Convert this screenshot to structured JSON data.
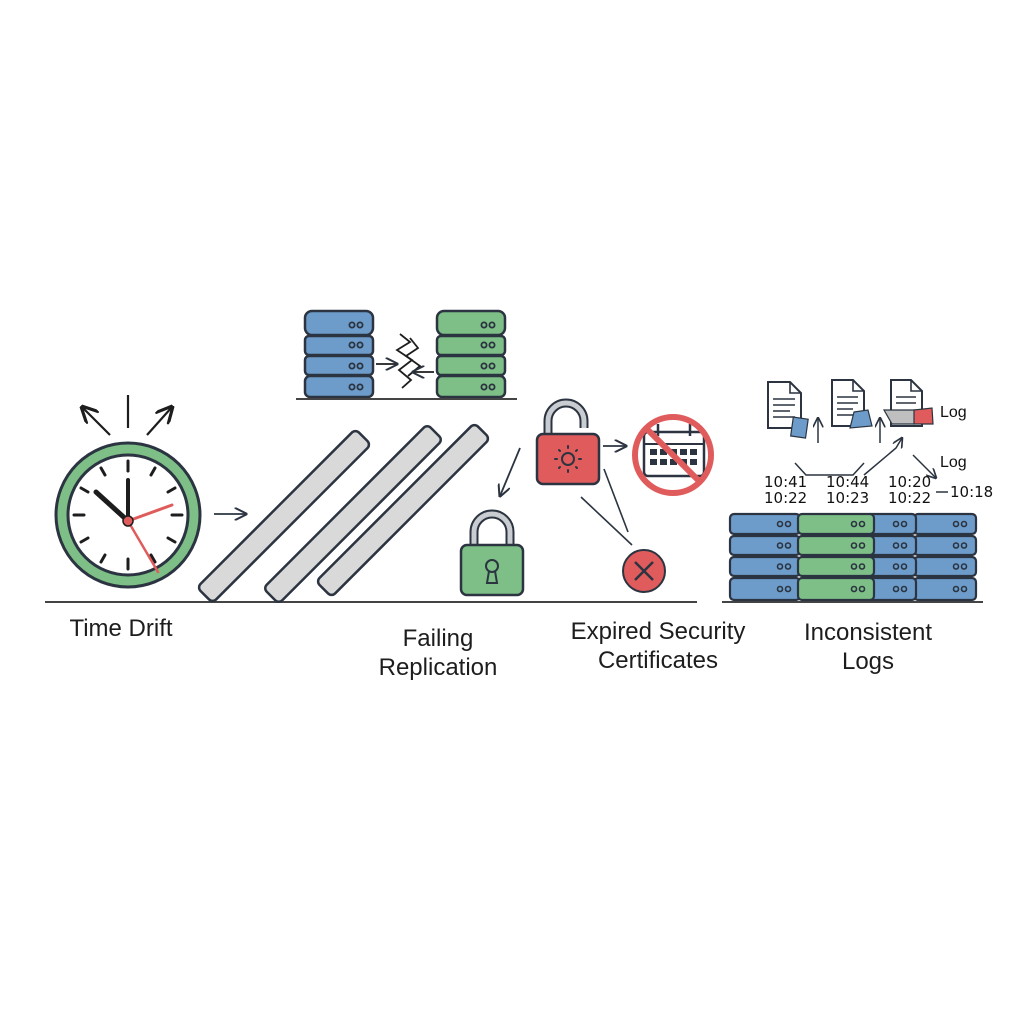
{
  "colors": {
    "blue": "#6d9ccb",
    "green": "#7dbf86",
    "red": "#e05c5c",
    "stroke": "#2b3440",
    "ground": "#444444",
    "gray_slab": "#d9d9d9"
  },
  "panels": [
    {
      "id": "time-drift",
      "label": "Time Drift"
    },
    {
      "id": "failing-replication",
      "label": "Failing\nReplication"
    },
    {
      "id": "expired-certificates",
      "label": "Expired Security\nCertificates"
    },
    {
      "id": "inconsistent-logs",
      "label": "Inconsistent\nLogs"
    }
  ],
  "logs": {
    "label_top": "Log",
    "label_bottom": "Log",
    "timestamps": [
      {
        "line1": "10:41",
        "line2": "10:22"
      },
      {
        "line1": "10:44",
        "line2": "10:23"
      },
      {
        "line1": "10:20",
        "line2": "10:22"
      }
    ],
    "extra_timestamp": "10:18"
  },
  "icons": {
    "clock": "clock-icon",
    "database": "database-server-icon",
    "lock_open": "unlocked-padlock-icon",
    "lock_closed": "locked-padlock-icon",
    "calendar": "calendar-icon",
    "no_sign": "prohibited-icon",
    "error": "x-circle-icon",
    "document": "document-icon"
  }
}
